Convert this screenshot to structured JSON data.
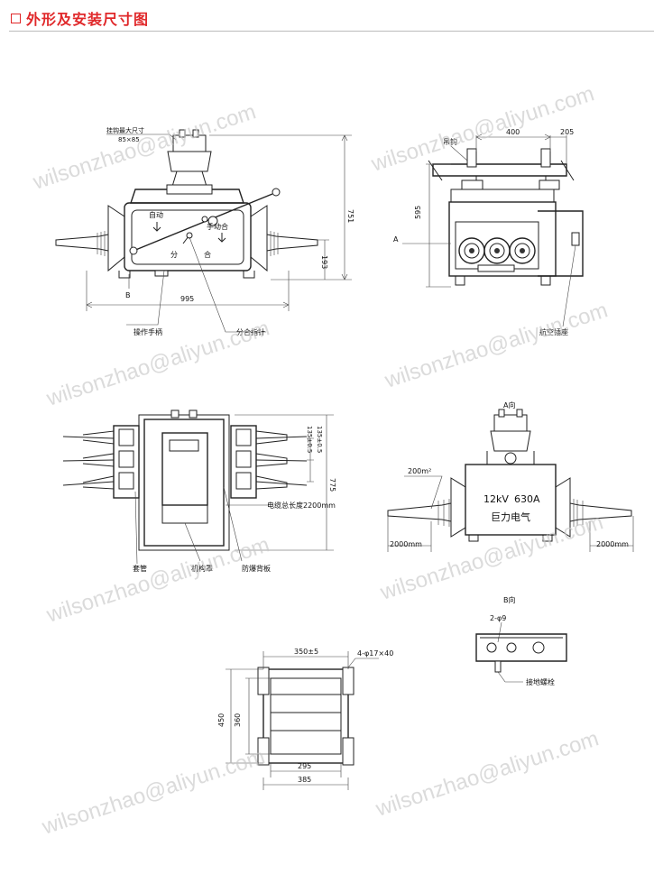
{
  "header": {
    "title": "外形及安装尺寸图"
  },
  "colors": {
    "accent": "#e0282a",
    "line": "#222222",
    "watermark": "#c8c8c8"
  },
  "watermark": "wilsonzhao@aliyun.com",
  "front_view": {
    "label_top": "挂钩最大尺寸",
    "label_top_dim": "85×85",
    "label_auto": "自动",
    "label_manual_close": "手动合",
    "label_open": "分",
    "label_close": "合",
    "label_handle": "操作手柄",
    "label_indicator": "分合指针",
    "label_B": "B",
    "dim_width": "995",
    "dim_height": "751",
    "dim_base": "193"
  },
  "side_view": {
    "dim_400": "400",
    "dim_205": "205",
    "dim_595": "595",
    "label_hook": "吊钩",
    "label_A": "A",
    "label_aviation_socket": "航空插座"
  },
  "top_view": {
    "dim_775": "775",
    "dim_135a": "135±0.5",
    "dim_135b": "135±0.5",
    "label_cable": "电缆总长度2200mm",
    "label_bushing": "套管",
    "label_mechanism": "机构罩",
    "label_explosion": "防爆背板"
  },
  "a_view": {
    "title": "A向",
    "label_area": "200m²",
    "label_rating_kv": "12kV",
    "label_rating_a": "630A",
    "label_brand": "巨力电气",
    "dim_left": "2000mm",
    "dim_right": "2000mm"
  },
  "b_view": {
    "title": "B向",
    "label_holes": "2-φ9",
    "label_ground": "接地螺栓"
  },
  "mount_view": {
    "dim_350": "350±5",
    "dim_holes": "4-φ17×40",
    "dim_450": "450",
    "dim_360": "360",
    "dim_295": "295",
    "dim_385": "385"
  }
}
